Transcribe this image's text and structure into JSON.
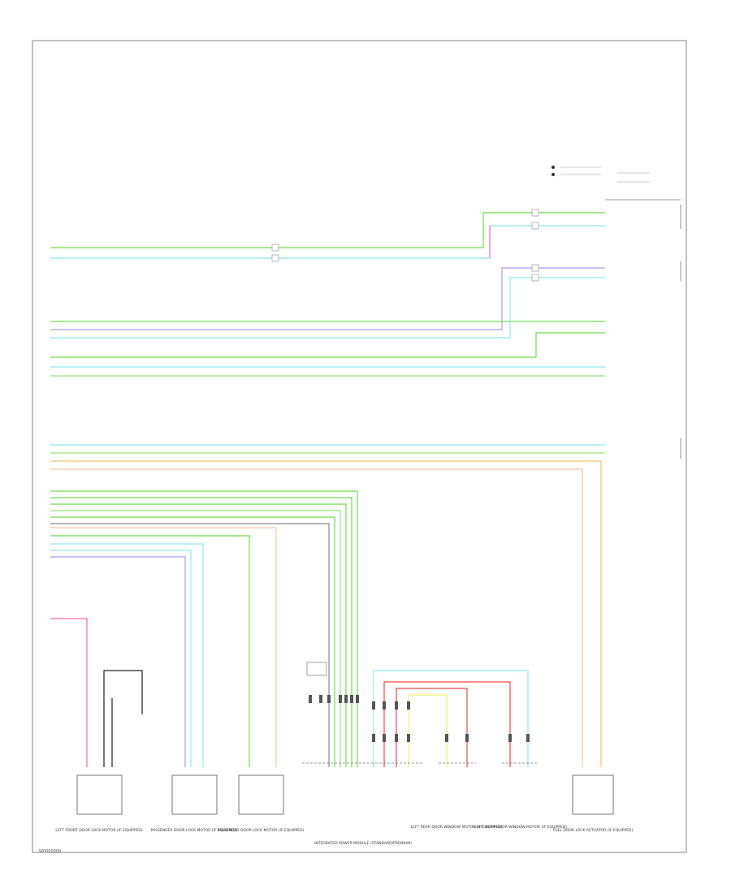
{
  "footer": {
    "code": "W0000000"
  },
  "wire_colors": {
    "green": "#6fdc4a",
    "light_green": "#9be07a",
    "cyan": "#8ee8ee",
    "violet": "#a89cf0",
    "magenta": "#f070e0",
    "pink": "#f0709a",
    "red": "#f04848",
    "yellow": "#f0f070",
    "orange": "#f0c070",
    "peach": "#f5c6a0",
    "black": "#222222",
    "gray": "#888888"
  },
  "modules": [
    {
      "label": "LEFT FRONT DOOR LOCK MOTOR (IF EQUIPPED)"
    },
    {
      "label": "PASSENGER DOOR LOCK MOTOR (IF EQUIPPED)"
    },
    {
      "label": "PASSENGER DOOR LOCK MOTOR (IF EQUIPPED)"
    },
    {
      "label": "INTEGRATED POWER MODULE (STANDARD/PREMIUM)"
    },
    {
      "label": "LEFT REAR DOOR WINDOW MOTOR (IF EQUIPPED)"
    },
    {
      "label": "RIGHT REAR DOOR WINDOW MOTOR (IF EQUIPPED)"
    },
    {
      "label": "FUEL DOOR LOCK ACTUATOR (IF EQUIPPED)"
    }
  ]
}
